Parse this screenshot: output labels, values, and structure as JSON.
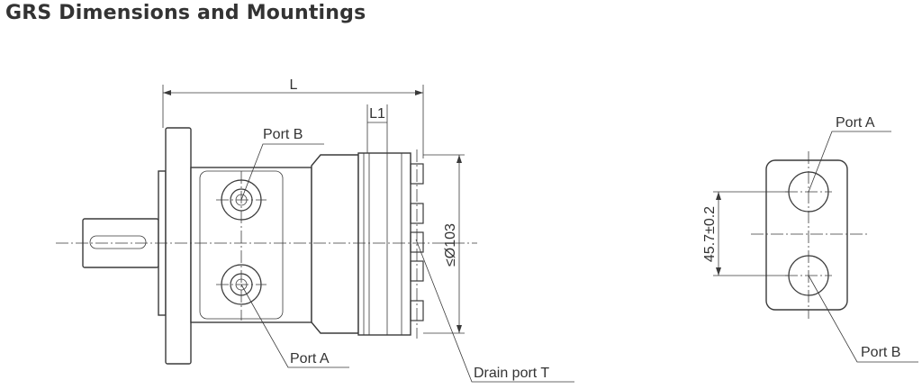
{
  "title": "GRS Dimensions and Mountings",
  "main_view": {
    "dim_length": "L",
    "dim_l1": "L1",
    "dim_diameter": "≤Ø103",
    "label_port_b": "Port B",
    "label_port_a": "Port A",
    "label_drain_port": "Drain port T"
  },
  "side_view": {
    "label_port_a": "Port A",
    "label_port_b": "Port B",
    "dim_port_spacing": "45.7±0.2"
  }
}
